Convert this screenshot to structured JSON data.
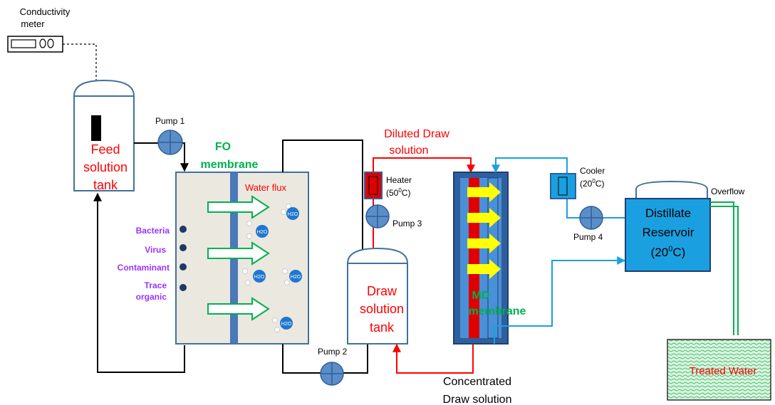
{
  "colors": {
    "red": "#ff0000",
    "green": "#00b050",
    "purple": "#9933ff",
    "blue_line": "#1aa0e0",
    "tank_fill": "#ffffff",
    "tank_stroke": "#41719c",
    "module_fill": "#ebe8df",
    "module_stroke": "#41719c",
    "pump_fill": "#5b8ec6",
    "reservoir_fill": "#1aa0e0",
    "cooler_fill": "#1aa0e0",
    "heater_fill": "#e00000",
    "md_outer": "#2e5f9e",
    "md_blue": "#4a90d8",
    "md_arrow": "#ffff00",
    "treated_water_fill": "#c9f1d6"
  },
  "labels": {
    "conductivity_meter": [
      "Conductivity",
      "meter"
    ],
    "feed_tank": [
      "Feed",
      "solution",
      "tank"
    ],
    "pump1": "Pump 1",
    "pump2": "Pump 2",
    "pump3": "Pump 3",
    "pump4": "Pump 4",
    "fo_membrane": [
      "FO",
      "membrane"
    ],
    "water_flux": "Water flux",
    "contaminants": [
      "Bacteria",
      "Virus",
      "Contaminant",
      "Trace",
      "organic"
    ],
    "water_molecule": "H2O",
    "diluted_draw": [
      "Diluted Draw",
      "solution"
    ],
    "heater": [
      "Heater",
      "(50",
      "0",
      "C)"
    ],
    "cooler": [
      "Cooler",
      "(20",
      "0",
      "C)"
    ],
    "draw_tank": [
      "Draw",
      "solution",
      "tank"
    ],
    "md_membrane": [
      "MD",
      "membrane"
    ],
    "distillate": [
      "Distillate",
      "Reservoir",
      "(20",
      "0",
      "C)"
    ],
    "overflow": "Overflow",
    "concentrated_draw": [
      "Concentrated",
      "Draw solution"
    ],
    "treated_water": "Treated Water"
  }
}
